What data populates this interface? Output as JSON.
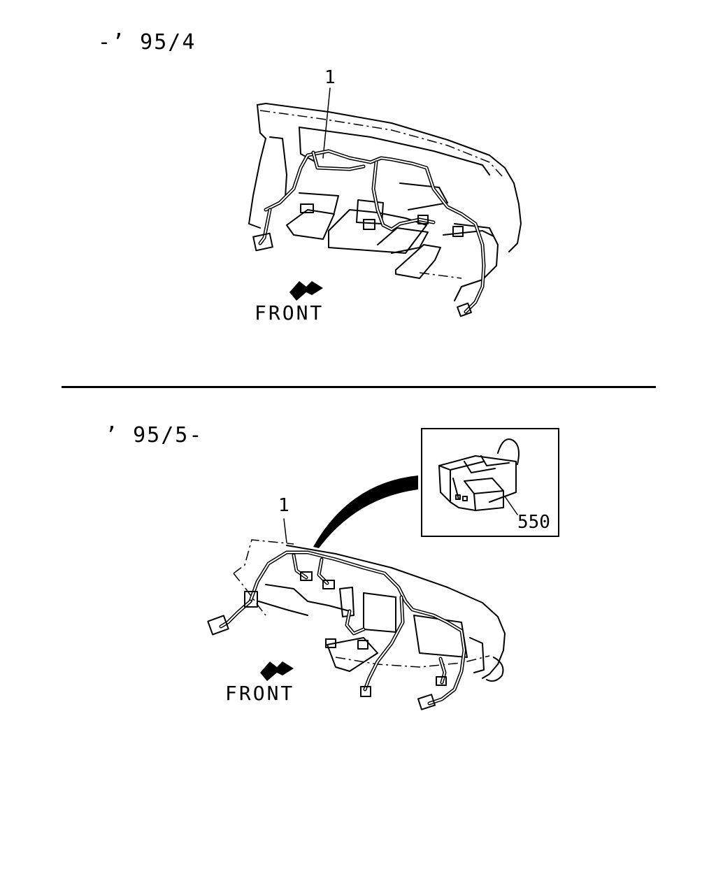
{
  "sections": [
    {
      "date_label": "-’ 95/4",
      "front_label": "FRONT",
      "callouts": [
        "1"
      ]
    },
    {
      "date_label": "’ 95/5-",
      "front_label": "FRONT",
      "callouts": [
        "1",
        "550"
      ]
    }
  ]
}
